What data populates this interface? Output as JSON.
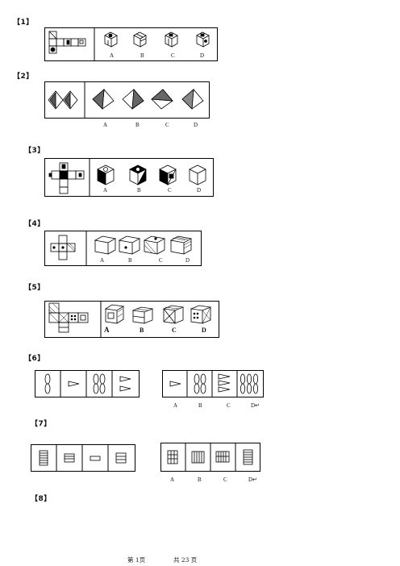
{
  "questions": [
    {
      "label": "【1】",
      "options": [
        "A",
        "B",
        "C",
        "D"
      ]
    },
    {
      "label": "【2】",
      "options": [
        "A",
        "B",
        "C",
        "D"
      ]
    },
    {
      "label": "【3】",
      "options": [
        "A",
        "B",
        "C",
        "D"
      ]
    },
    {
      "label": "【4】",
      "options": [
        "A",
        "B",
        "C",
        "D"
      ]
    },
    {
      "label": "【5】",
      "options": [
        "A",
        "B",
        "C",
        "D"
      ]
    },
    {
      "label": "【6】",
      "options": [
        "A",
        "B",
        "C",
        "D↵"
      ]
    },
    {
      "label": "【7】",
      "options": [
        "A",
        "B",
        "C",
        "D↵"
      ]
    },
    {
      "label": "【8】",
      "options": []
    }
  ],
  "footer": {
    "page": "第 1页",
    "total": "共 23 页"
  }
}
